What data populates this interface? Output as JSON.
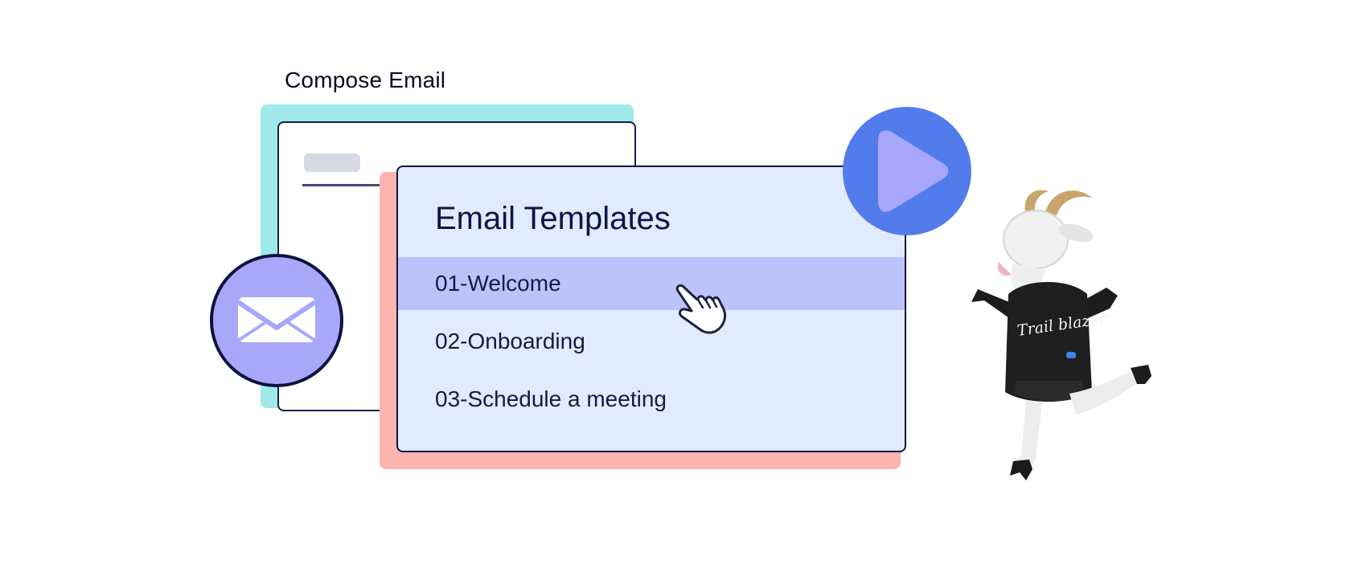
{
  "compose": {
    "title": "Compose Email"
  },
  "templates": {
    "title": "Email Templates",
    "items": [
      {
        "label": "01-Welcome",
        "selected": true
      },
      {
        "label": "02-Onboarding",
        "selected": false
      },
      {
        "label": "03-Schedule a meeting",
        "selected": false
      }
    ]
  },
  "mascot": {
    "jacket_text": "Trail blazer"
  },
  "icons": {
    "play": "play-icon",
    "mail": "envelope-icon",
    "cursor": "hand-pointer-icon",
    "mascot": "goat-mascot"
  },
  "colors": {
    "compose_accent": "#9feae8",
    "templates_accent": "#fbb4ae",
    "templates_bg": "#e0ebfd",
    "selected_row": "#bcc3fb",
    "play_button": "#527bec",
    "mail_badge": "#a7a8fa",
    "outline": "#101545"
  }
}
